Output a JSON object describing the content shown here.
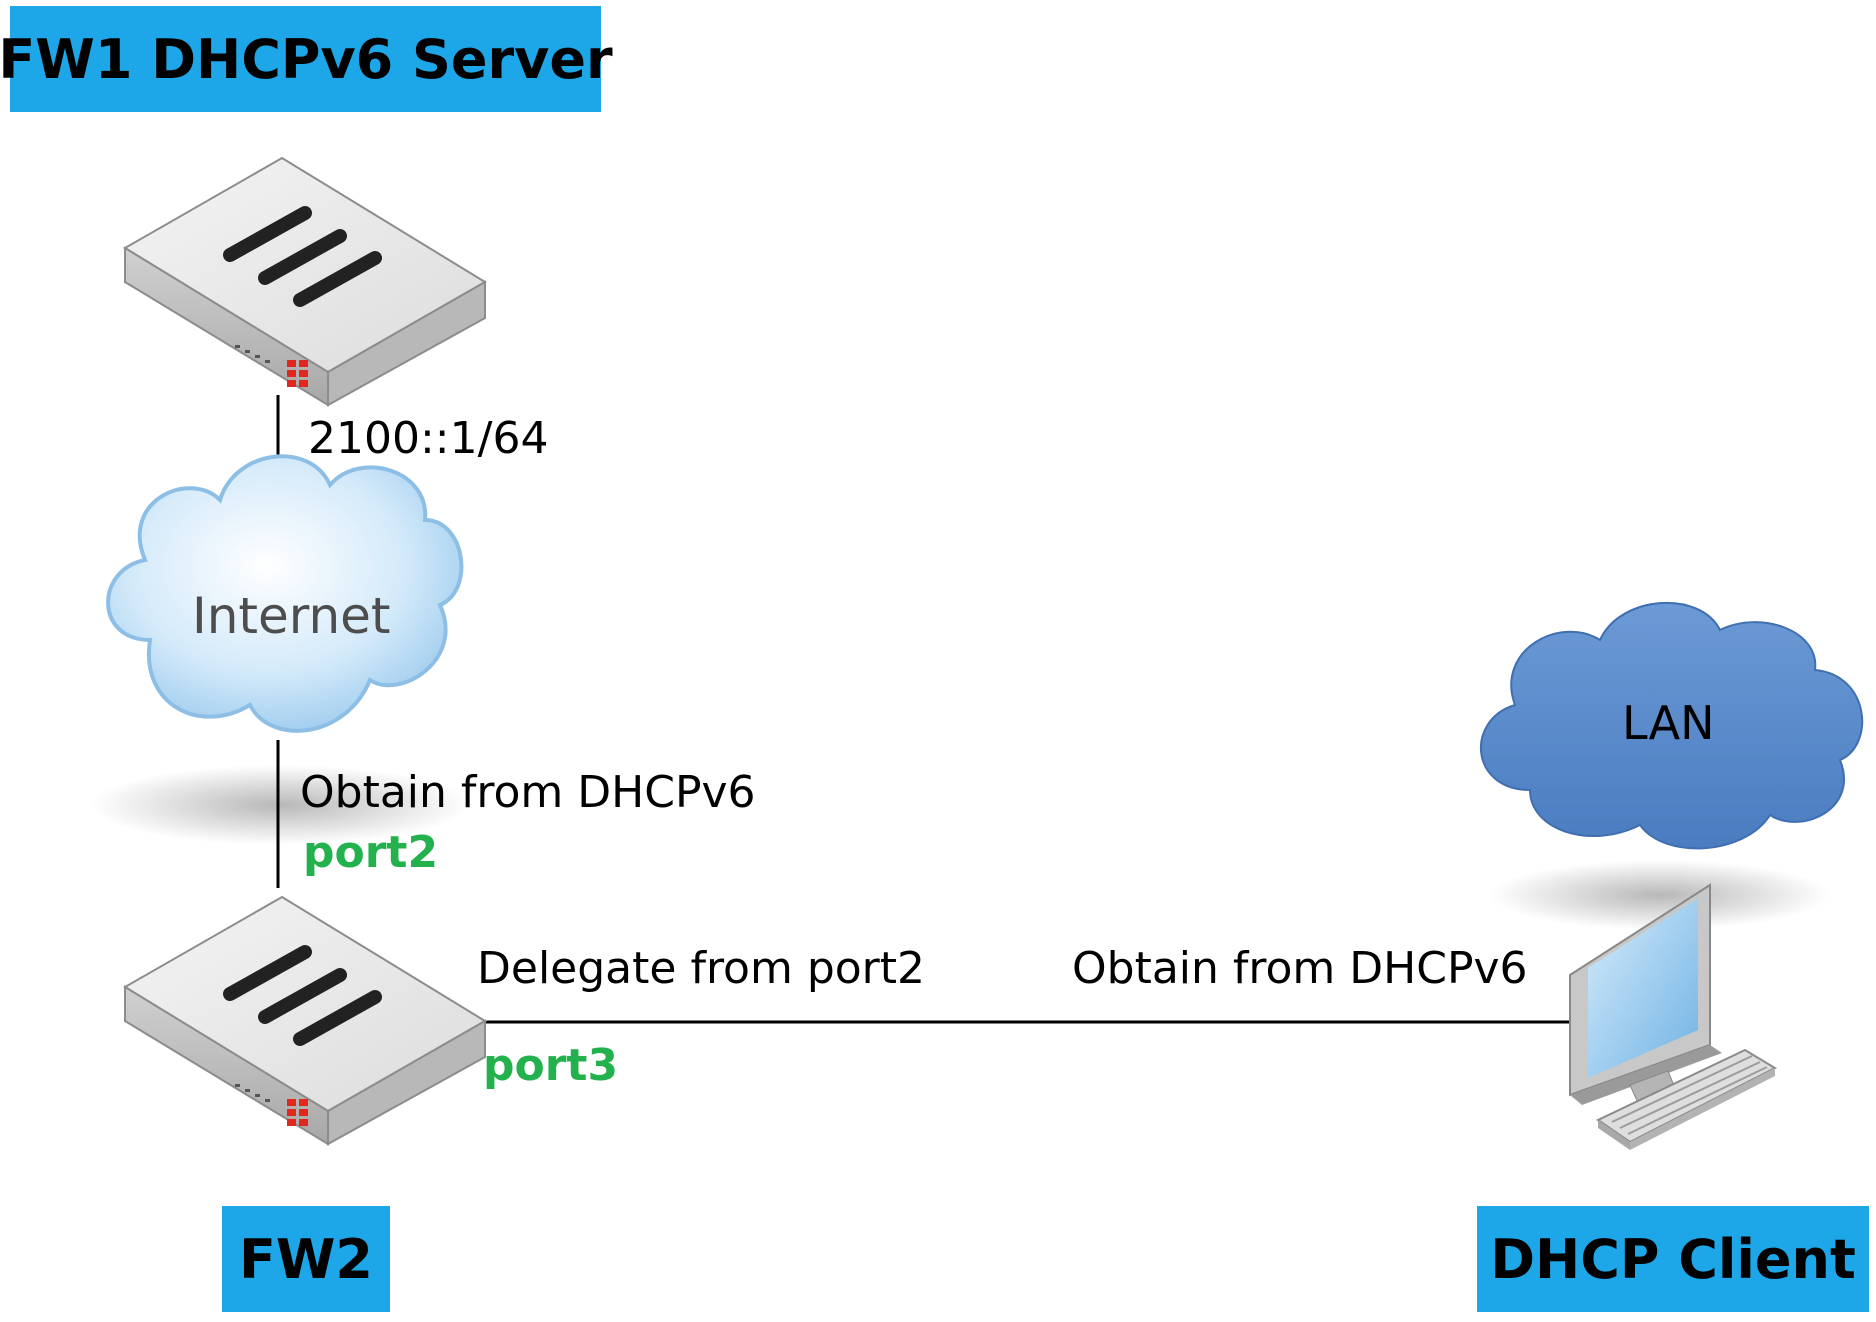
{
  "nodes": {
    "fw1": {
      "label": "FW1 DHCPv6 Server",
      "interface_ip": "2100::1/64"
    },
    "internet": {
      "label": "Internet"
    },
    "fw2": {
      "label": "FW2",
      "wan_port": "port2",
      "wan_mode": "Obtain from DHCPv6",
      "lan_port": "port3",
      "lan_mode": "Delegate from port2"
    },
    "lan": {
      "label": "LAN"
    },
    "client": {
      "label": "DHCP Client",
      "mode": "Obtain from DHCPv6"
    }
  },
  "colors": {
    "label_box": "#1ea7e8",
    "port_text": "#22b14c",
    "lan_cloud": "#4f7fc0",
    "internet_cloud": "#a8d2f0",
    "fortinet_red": "#e0281e"
  },
  "icons": [
    "firewall-appliance-icon",
    "cloud-icon",
    "desktop-computer-icon"
  ]
}
